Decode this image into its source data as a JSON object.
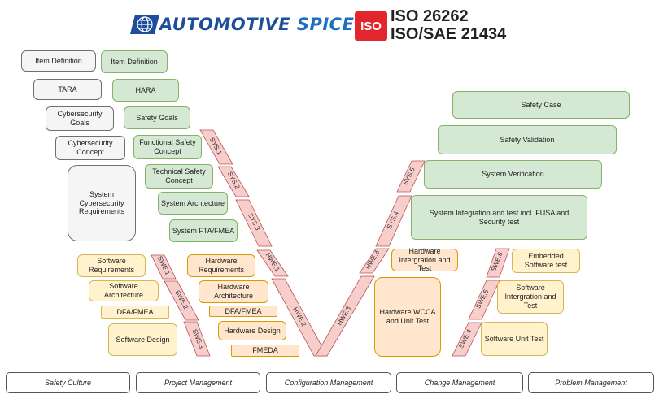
{
  "logos": {
    "aspice_left": "AUTOMOTIVE",
    "aspice_right": "SPICE",
    "aspice_mark": "®",
    "iso_badge": "ISO",
    "iso_line1": "ISO 26262",
    "iso_line2": "ISO/SAE 21434"
  },
  "cyber_boxes": [
    "Item Definition",
    "TARA",
    "Cybersecurity Goals",
    "Cybersecurity Concept",
    "System Cybersecurity Requirements"
  ],
  "safety_left": [
    "Item Definition",
    "HARA",
    "Safety Goals",
    "Functional Safety Concept",
    "Technical Safety Concept",
    "System Archtecture",
    "System FTA/FMEA"
  ],
  "sw_left": [
    "Software Requirements",
    "Software Architecture",
    "DFA/FMEA",
    "Software Design"
  ],
  "hw_left": [
    "Hardware Requirements",
    "Hardware Architecture",
    "DFA/FMEA",
    "Hardware Design",
    "FMEDA"
  ],
  "right_boxes": {
    "safety_case": "Safety Case",
    "safety_validation": "Safety Validation",
    "system_verification": "System Verification",
    "system_integration": "System Integration and test incl. FUSA and Security test",
    "hw_integration": "Hardware Intergration and Test",
    "hw_wcca": "Hardware WCCA and Unit Test",
    "embedded_sw": "Embedded Software test",
    "sw_integration": "Software Intergration and Test",
    "sw_unit": "Software Unit Test"
  },
  "v_labels": {
    "sys1": "SYS.1",
    "sys2": "SYS.2",
    "sys3": "SYS.3",
    "hwe1": "HWE.1",
    "hwe2": "HWE.2",
    "hwe3": "HWE.3",
    "hwe4": "HWE.4",
    "swe1": "SWE.1",
    "swe2": "SWE.2",
    "swe3": "SWE.3",
    "swe4": "SWE.4",
    "swe5": "SWE.5",
    "swe6": "SWE.6",
    "sys4": "SYS.4",
    "sys5": "SYS.5"
  },
  "support_processes": [
    "Safety Culture",
    "Project Management",
    "Configuration Management",
    "Change Management",
    "Problem Management"
  ],
  "colors": {
    "gray_fill": "#f5f5f5",
    "green_fill": "#d5e8d4",
    "amber_fill": "#ffe6cc",
    "yellow_fill": "#fff2cc",
    "red_fill": "#f8cecc",
    "red_stroke": "#b85450",
    "aspice_blue": "#1f4e9a",
    "iso_red": "#e3262b"
  }
}
